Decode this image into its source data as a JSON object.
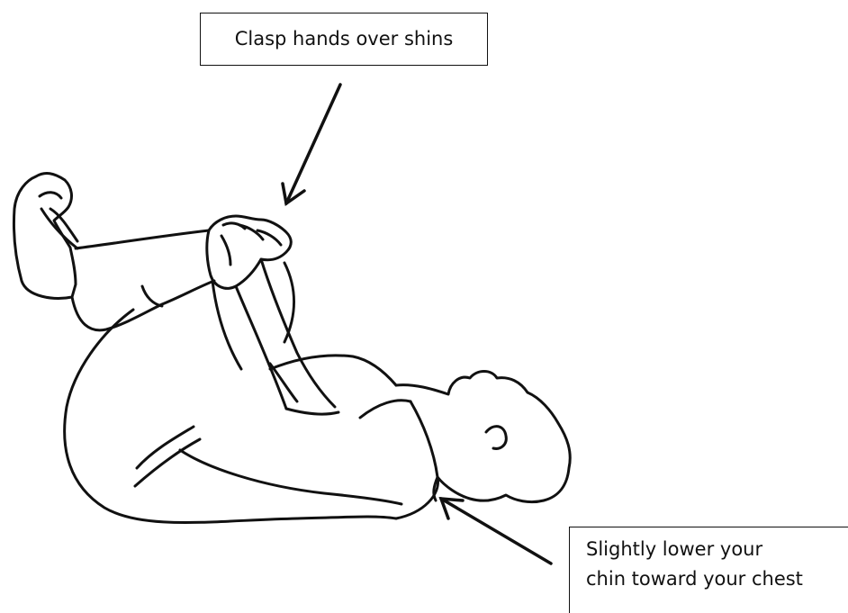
{
  "callouts": {
    "top": "Clasp hands over shins",
    "bottom_line1": "Slightly lower your",
    "bottom_line2": "chin toward your chest"
  }
}
